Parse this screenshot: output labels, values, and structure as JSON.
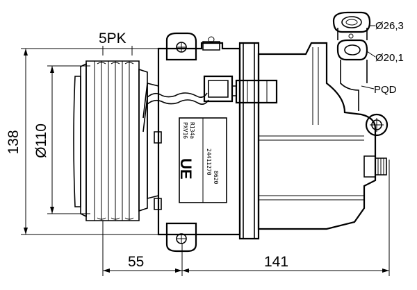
{
  "dimensions": {
    "belt": "5PK",
    "height": "138",
    "pulley_diameter": "Ø110",
    "pulley_offset": "55",
    "body_length": "141",
    "port_large": "Ø26,3",
    "port_small": "Ø20,1",
    "port_type": "PQD"
  },
  "label": {
    "model": "PXV16",
    "part": "24411270",
    "refrigerant": "R134a",
    "code": "8620",
    "brand": "UE"
  },
  "colors": {
    "line": "#000000",
    "background": "#ffffff"
  }
}
